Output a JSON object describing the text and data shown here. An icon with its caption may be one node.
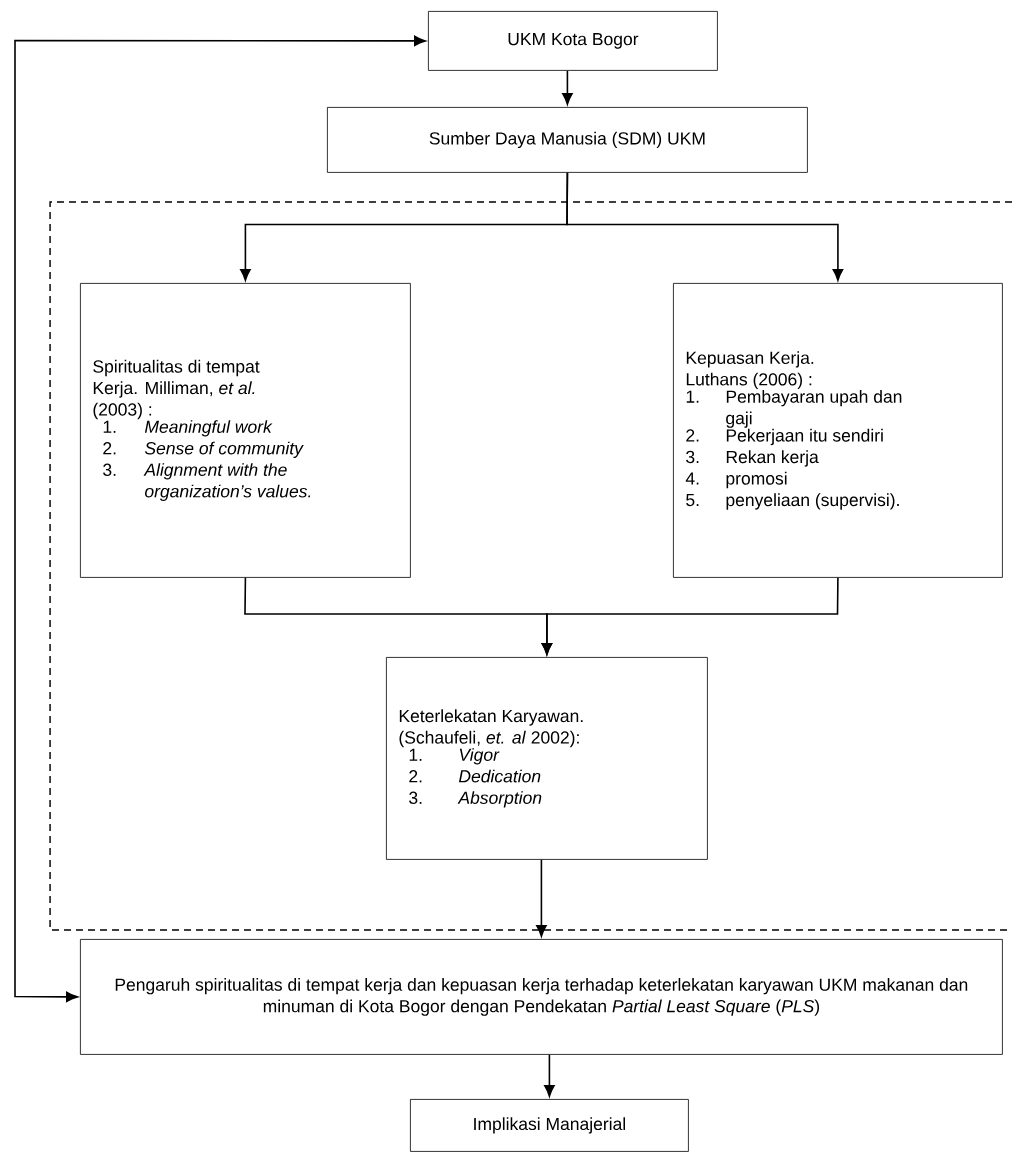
{
  "diagram": {
    "nodes": [
      {
        "text": [
          "UKM Kota Bogor"
        ]
      },
      {
        "text": [
          "Sumber Daya Manusia (SDM) UKM"
        ]
      },
      {
        "text": [],
        "shape": "box"
      },
      {
        "text": [
          "Spiritualitas di tempat Kerja. Milliman, *et al.* (2003) :",
          "1.",
          "*Meaningful work*",
          "2.",
          "*Sense of community*",
          "3.",
          "*Alignment with the organization’s values.*"
        ],
        "in": 2
      },
      {
        "text": [
          "Kepuasan Kerja. Luthans (2006) :",
          "1.",
          "Pembayaran upah dan gaji",
          "2.",
          "Pekerjaan itu sendiri",
          "3.",
          "Rekan kerja",
          "4.",
          "promosi",
          "5.",
          "penyeliaan (supervisi)."
        ],
        "in": 2
      },
      {
        "text": [
          "Keterlekatan Karyawan. (Schaufeli, *et. al* 2002):",
          "1.",
          "*Vigor*",
          "2.",
          "*Dedication*",
          "3.",
          "*Absorption*"
        ],
        "in": 2
      },
      {
        "text": [
          "Pengaruh spiritualitas di tempat kerja dan kepuasan kerja terhadap keterlekatan karyawan UKM makanan dan minuman di Kota Bogor dengan Pendekatan *Partial Least Square* (*PLS*)"
        ]
      },
      {
        "text": [
          "Implikasi Manajerial"
        ]
      }
    ],
    "edges": [
      {
        "from": 0,
        "to": 1,
        "arrow": "to"
      },
      {
        "from": 1,
        "to": 3,
        "arrow": "to"
      },
      {
        "from": 1,
        "to": 4,
        "arrow": "to"
      },
      {
        "from": 3,
        "to": 5,
        "arrow": "to"
      },
      {
        "from": 4,
        "to": 5,
        "arrow": "to"
      },
      {
        "from": 5,
        "to": 6,
        "arrow": "to"
      },
      {
        "from": 6,
        "to": 7,
        "arrow": "to"
      },
      {
        "from": 6,
        "to": 0,
        "arrow": "both"
      }
    ]
  }
}
